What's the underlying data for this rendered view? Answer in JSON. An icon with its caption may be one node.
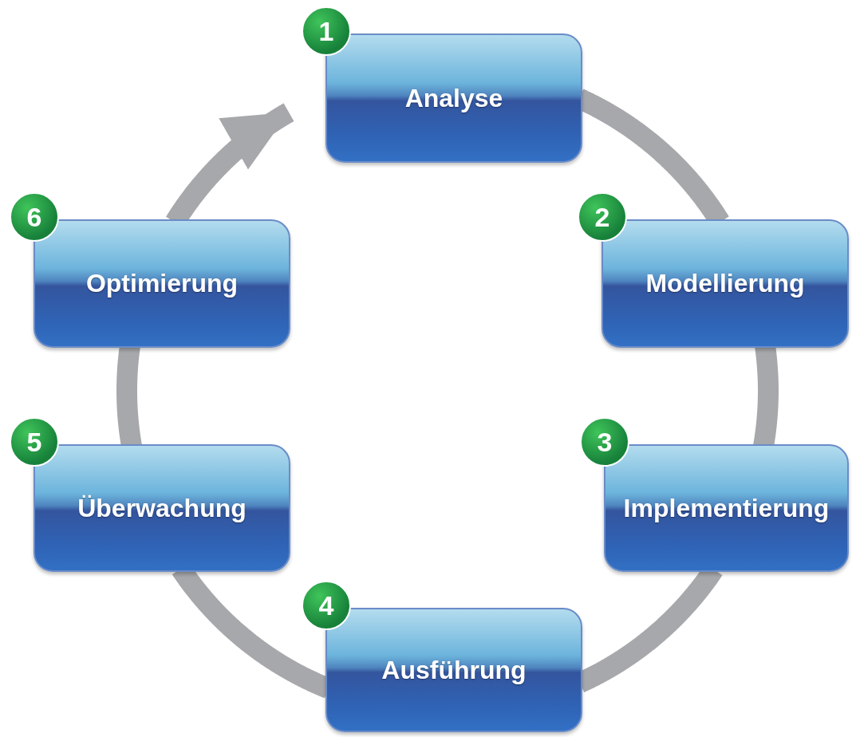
{
  "diagram": {
    "nodes": [
      {
        "text": [
          "1",
          "Analyse"
        ]
      },
      {
        "text": [
          "2",
          "Modellierung"
        ]
      },
      {
        "text": [
          "3",
          "Implementierung"
        ]
      },
      {
        "text": [
          "4",
          "Ausführung"
        ]
      },
      {
        "text": [
          "5",
          "Überwachung"
        ]
      },
      {
        "text": [
          "6",
          "Optimierung"
        ]
      }
    ],
    "edges": [
      {
        "from": 0,
        "to": 1,
        "arrow": "none"
      },
      {
        "from": 1,
        "to": 2,
        "arrow": "none"
      },
      {
        "from": 2,
        "to": 3,
        "arrow": "none"
      },
      {
        "from": 3,
        "to": 4,
        "arrow": "none"
      },
      {
        "from": 4,
        "to": 5,
        "arrow": "none"
      },
      {
        "from": 5,
        "to": 0,
        "arrow": "to"
      }
    ]
  }
}
